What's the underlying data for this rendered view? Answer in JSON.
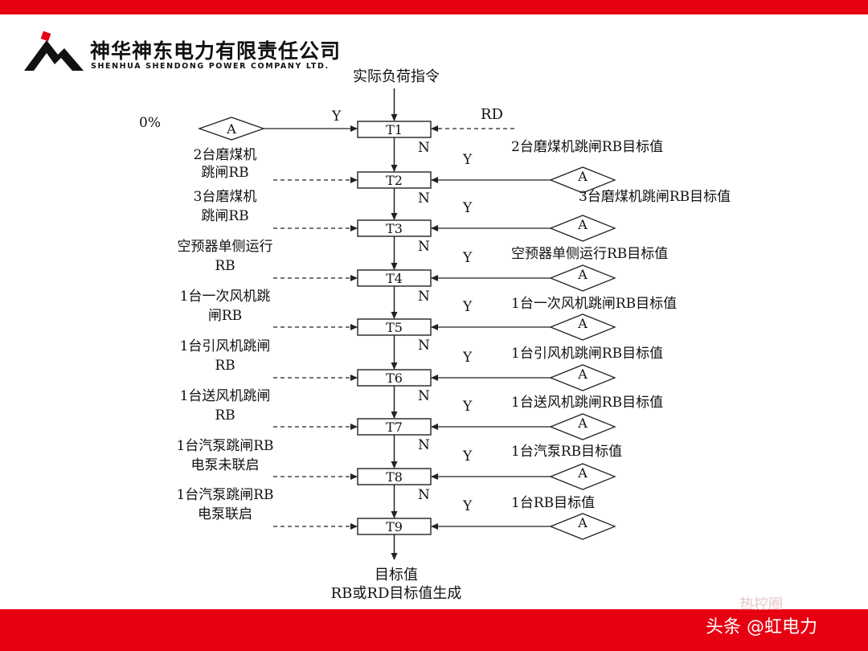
{
  "header": {
    "company_cn": "神华神东电力有限责任公司",
    "company_en": "SHENHUA SHENDONG POWER COMPANY LTD."
  },
  "colors": {
    "brand_red": "#e60012",
    "line": "#222222"
  },
  "flow": {
    "input": "实际负荷指令",
    "zero_pct": "0%",
    "rd": "RD",
    "yes": "Y",
    "no": "N",
    "node_a": "A",
    "nodes": [
      "T1",
      "T2",
      "T3",
      "T4",
      "T5",
      "T6",
      "T7",
      "T8",
      "T9"
    ],
    "left_triggers": [
      [
        "2台磨煤机",
        "跳闸RB"
      ],
      [
        "3台磨煤机",
        "跳闸RB"
      ],
      [
        "空预器单侧运行",
        "RB"
      ],
      [
        "1台一次风机跳",
        "闸RB"
      ],
      [
        "1台引风机跳闸",
        "RB"
      ],
      [
        "1台送风机跳闸",
        "RB"
      ],
      [
        "1台汽泵跳闸RB",
        "电泵未联启"
      ],
      [
        "1台汽泵跳闸RB",
        "电泵联启"
      ]
    ],
    "right_targets": [
      "2台磨煤机跳闸RB目标值",
      "3台磨煤机跳闸RB目标值",
      "空预器单侧运行RB目标值",
      "1台一次风机跳闸RB目标值",
      "1台引风机跳闸RB目标值",
      "1台送风机跳闸RB目标值",
      "1台汽泵RB目标值",
      "1台RB目标值"
    ],
    "output_1": "目标值",
    "output_2": "RB或RD目标值生成"
  },
  "footer": {
    "watermark": "头条 @虹电力",
    "faint_watermark": "热控圈"
  }
}
